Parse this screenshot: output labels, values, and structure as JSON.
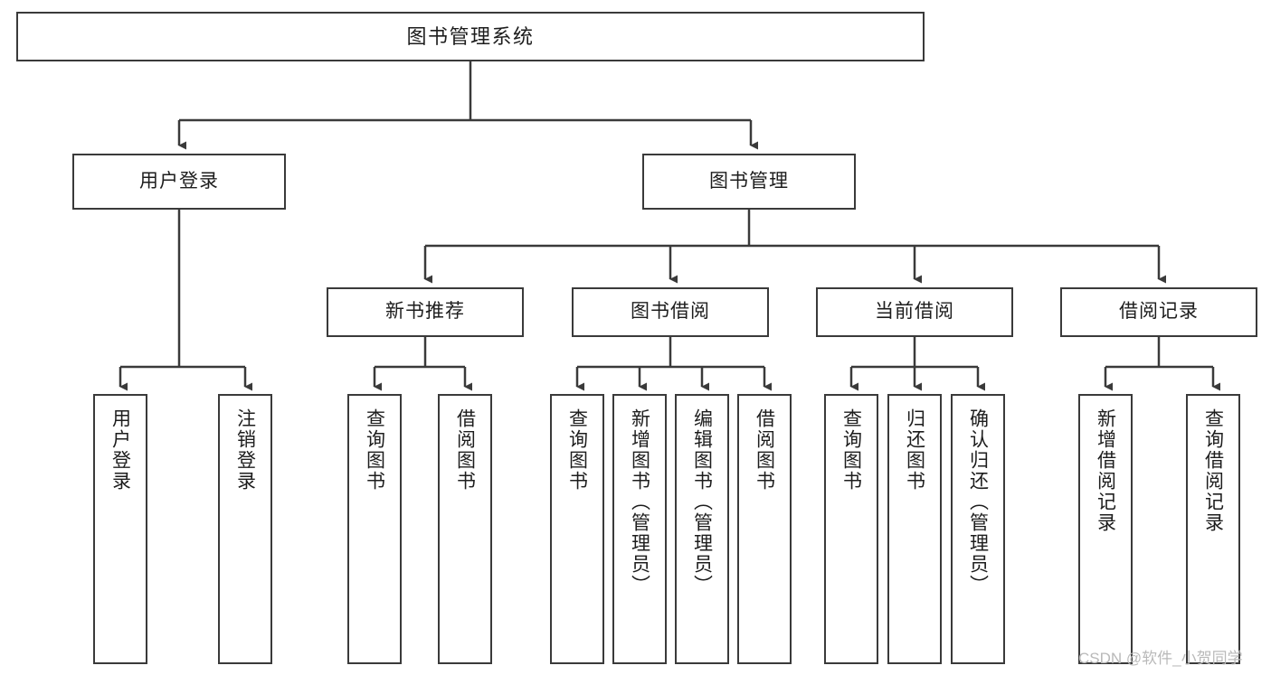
{
  "diagram": {
    "type": "tree",
    "title": "图书管理系统",
    "watermark": "CSDN @软件_小贺同学",
    "colors": {
      "stroke": "#3a3a3a",
      "fill": "#ffffff",
      "text": "#1d1d1d",
      "watermark": "#b9b9b9"
    },
    "levels": [
      {
        "level": 1,
        "nodes": [
          {
            "id": "root",
            "label": "图书管理系统",
            "orientation": "horizontal"
          }
        ]
      },
      {
        "level": 2,
        "nodes": [
          {
            "id": "login",
            "label": "用户登录",
            "orientation": "horizontal",
            "parent": "root"
          },
          {
            "id": "bookmgmt",
            "label": "图书管理",
            "orientation": "horizontal",
            "parent": "root"
          }
        ]
      },
      {
        "level": 3,
        "nodes": [
          {
            "id": "newbook",
            "label": "新书推荐",
            "orientation": "horizontal",
            "parent": "bookmgmt"
          },
          {
            "id": "borrow",
            "label": "图书借阅",
            "orientation": "horizontal",
            "parent": "bookmgmt"
          },
          {
            "id": "current",
            "label": "当前借阅",
            "orientation": "horizontal",
            "parent": "bookmgmt"
          },
          {
            "id": "records",
            "label": "借阅记录",
            "orientation": "horizontal",
            "parent": "bookmgmt"
          }
        ]
      },
      {
        "level": 4,
        "nodes": [
          {
            "id": "leaf1",
            "label": "用户登录",
            "orientation": "vertical",
            "parent": "login"
          },
          {
            "id": "leaf2",
            "label": "注销登录",
            "orientation": "vertical",
            "parent": "login"
          },
          {
            "id": "leaf3",
            "label": "查询图书",
            "orientation": "vertical",
            "parent": "newbook"
          },
          {
            "id": "leaf4",
            "label": "借阅图书",
            "orientation": "vertical",
            "parent": "newbook"
          },
          {
            "id": "leaf5",
            "label": "查询图书",
            "orientation": "vertical",
            "parent": "borrow"
          },
          {
            "id": "leaf6",
            "label": "新增图书（管理员）",
            "orientation": "vertical",
            "parent": "borrow"
          },
          {
            "id": "leaf7",
            "label": "编辑图书（管理员）",
            "orientation": "vertical",
            "parent": "borrow"
          },
          {
            "id": "leaf8",
            "label": "借阅图书",
            "orientation": "vertical",
            "parent": "borrow"
          },
          {
            "id": "leaf9",
            "label": "查询图书",
            "orientation": "vertical",
            "parent": "current"
          },
          {
            "id": "leaf10",
            "label": "归还图书",
            "orientation": "vertical",
            "parent": "current"
          },
          {
            "id": "leaf11",
            "label": "确认归还（管理员）",
            "orientation": "vertical",
            "parent": "current"
          },
          {
            "id": "leaf12",
            "label": "新增借阅记录",
            "orientation": "vertical",
            "parent": "records"
          },
          {
            "id": "leaf13",
            "label": "查询借阅记录",
            "orientation": "vertical",
            "parent": "records"
          }
        ]
      }
    ]
  }
}
